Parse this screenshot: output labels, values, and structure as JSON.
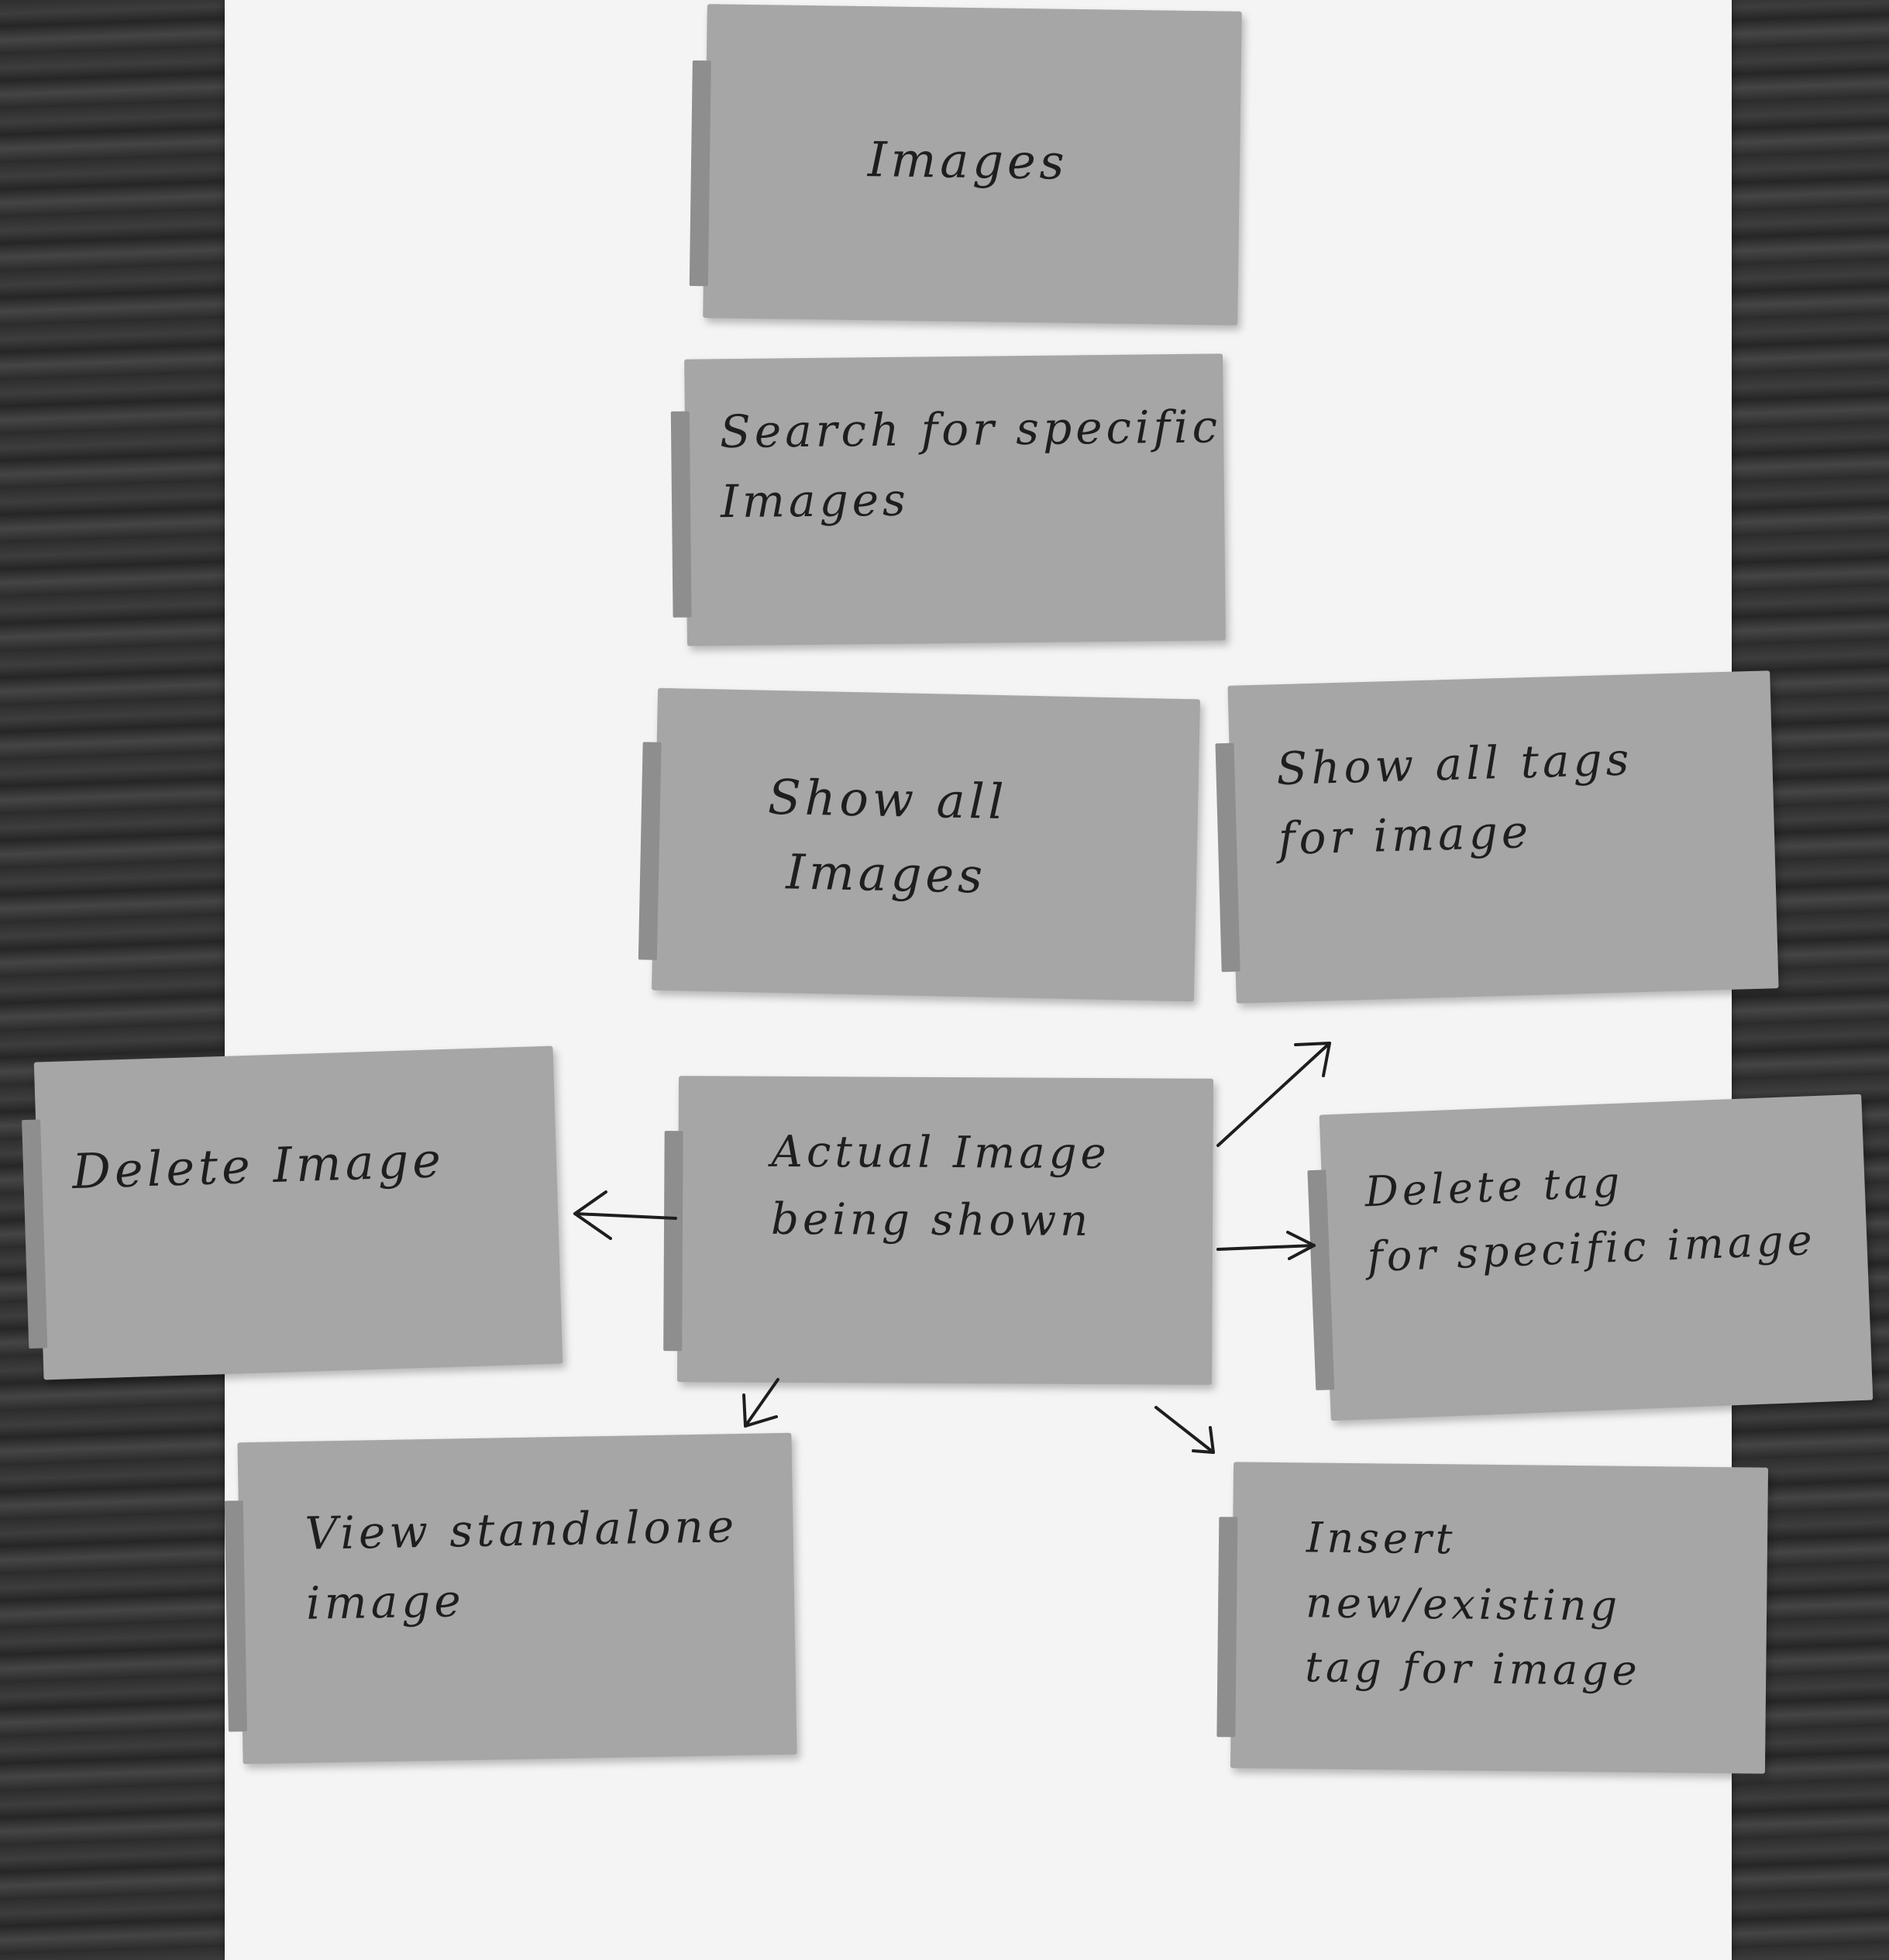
{
  "notes": {
    "images": {
      "text": "Images"
    },
    "search": {
      "text": "Search for specific\nImages"
    },
    "show_all_images": {
      "text": "Show all\nImages"
    },
    "show_all_tags": {
      "text": "Show all tags\nfor image"
    },
    "actual_image": {
      "text": "Actual Image\nbeing shown"
    },
    "delete_image": {
      "text": "Delete Image"
    },
    "delete_tag": {
      "text": "Delete tag\nfor specific image"
    },
    "view_standalone": {
      "text": "View standalone\nimage"
    },
    "insert_tag": {
      "text": "Insert new/existing\ntag for image"
    }
  },
  "colors": {
    "note": "#a6a6a6",
    "paper": "#f4f4f4",
    "ink": "#1e1e1e"
  }
}
